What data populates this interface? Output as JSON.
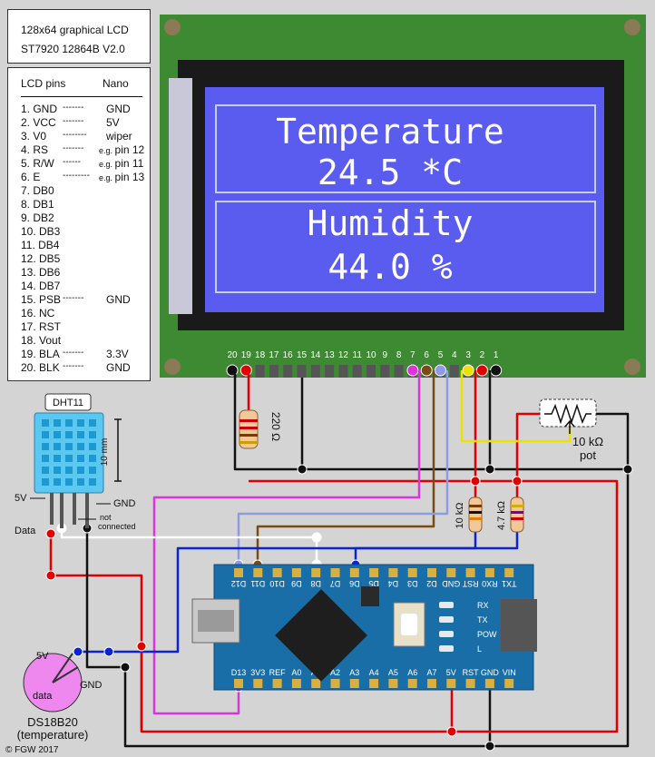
{
  "title_box": {
    "line1": "128x64 graphical LCD",
    "line2": "ST7920   12864B V2.0"
  },
  "pin_table": {
    "col_lcd": "LCD pins",
    "col_nano": "Nano",
    "rows": [
      {
        "lcd": "1. GND",
        "dash": "-------",
        "nano": "GND"
      },
      {
        "lcd": "2. VCC",
        "dash": "-------",
        "nano": "5V"
      },
      {
        "lcd": "3. V0",
        "dash": "--------",
        "nano": "wiper"
      },
      {
        "lcd": "4. RS",
        "dash": "-------",
        "prefix": "e.g.",
        "nano": "pin 12"
      },
      {
        "lcd": "5. R/W",
        "dash": "------",
        "prefix": "e.g.",
        "nano": "pin 11"
      },
      {
        "lcd": "6. E",
        "dash": "---------",
        "prefix": "e.g.",
        "nano": "pin 13"
      },
      {
        "lcd": "7. DB0"
      },
      {
        "lcd": "8. DB1"
      },
      {
        "lcd": "9. DB2"
      },
      {
        "lcd": "10. DB3"
      },
      {
        "lcd": "11. DB4"
      },
      {
        "lcd": "12. DB5"
      },
      {
        "lcd": "13. DB6"
      },
      {
        "lcd": "14. DB7"
      },
      {
        "lcd": "15. PSB",
        "dash": "-------",
        "nano": "GND"
      },
      {
        "lcd": "16. NC"
      },
      {
        "lcd": "17. RST"
      },
      {
        "lcd": "18. Vout"
      },
      {
        "lcd": "19. BLA",
        "dash": "-------",
        "nano": "3.3V"
      },
      {
        "lcd": "20. BLK",
        "dash": "-------",
        "nano": "GND"
      }
    ]
  },
  "lcd_screen": {
    "temp_label": "Temperature",
    "temp_value": "24.5 *C",
    "hum_label": "Humidity",
    "hum_value": "44.0 %"
  },
  "lcd_header_pins": [
    "20",
    "19",
    "18",
    "17",
    "16",
    "15",
    "14",
    "13",
    "12",
    "11",
    "10",
    "9",
    "8",
    "7",
    "6",
    "5",
    "4",
    "3",
    "2",
    "1"
  ],
  "resistor_220": "220 Ω",
  "resistor_10k": "10 kΩ",
  "resistor_4k7": "4.7 kΩ",
  "pot_label": "10 kΩ",
  "pot_sub": "pot",
  "dht11": {
    "title": "DHT11",
    "scale": "10 mm",
    "pin_5v": "5V",
    "pin_data": "Data",
    "pin_gnd": "GND",
    "pin_nc1": "not",
    "pin_nc2": "connected"
  },
  "ds18b20": {
    "pin_5v": "5V",
    "pin_data": "data",
    "pin_gnd": "GND",
    "label1": "DS18B20",
    "label2": "(temperature)"
  },
  "nano_top_pins": [
    "D12",
    "D11",
    "D10",
    "D9",
    "D8",
    "D7",
    "D6",
    "D5",
    "D4",
    "D3",
    "D2",
    "GND",
    "RST",
    "RX0",
    "TX1"
  ],
  "nano_bottom_pins": [
    "D13",
    "3V3",
    "REF",
    "A0",
    "A1",
    "A2",
    "A3",
    "A4",
    "A5",
    "A6",
    "A7",
    "5V",
    "RST",
    "GND",
    "VIN"
  ],
  "nano_leds": [
    "RX",
    "TX",
    "POW",
    "L"
  ],
  "copyright": "© FGW 2017",
  "colors": {
    "background": "#d4d4d4",
    "pcb": "#3d8a33",
    "lcd_blue": "#5a5cf0",
    "arduino_blue": "#1a6ea8",
    "wire_red": "#e00000",
    "wire_black": "#111111",
    "wire_yellow": "#f0e000",
    "wire_brown": "#7a4a10",
    "wire_lilac": "#8c9ae8",
    "wire_magenta": "#e030e0",
    "wire_white": "#ffffff",
    "wire_blue": "#0a24d0",
    "sensor_pink": "#ee88ee"
  }
}
